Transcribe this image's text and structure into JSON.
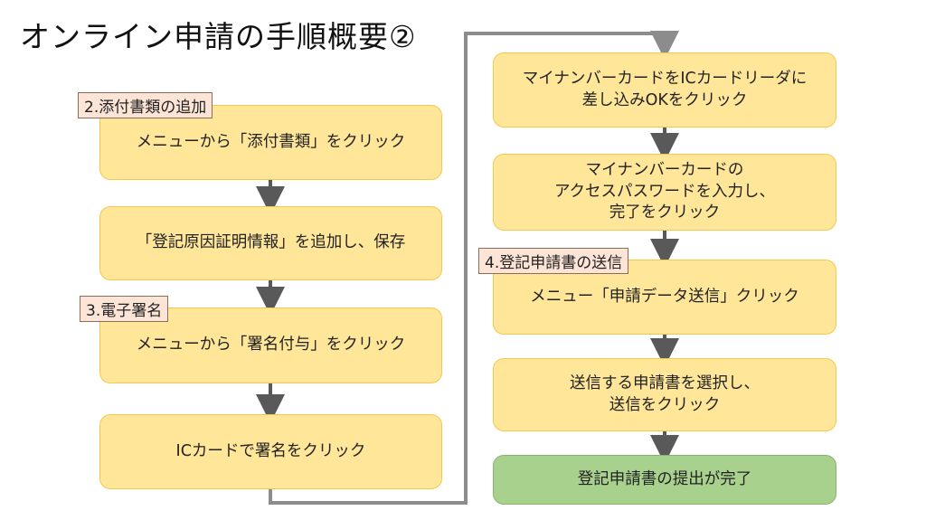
{
  "title": "オンライン申請の手順概要②",
  "sections": {
    "attach": "2.添付書類の追加",
    "sign": "3.電子署名",
    "send": "4.登記申請書の送信"
  },
  "steps": [
    "メニューから「添付書類」をクリック",
    "「登記原因証明情報」を追加し、保存",
    "メニューから「署名付与」をクリック",
    "ICカードで署名をクリック",
    "マイナンバーカードをICカードリーダに\n差し込みOKをクリック",
    "マイナンバーカードの\nアクセスパスワードを入力し、\n完了をクリック",
    "メニュー「申請データ送信」クリック",
    "送信する申請書を選択し、\n送信をクリック",
    "登記申請書の提出が完了"
  ],
  "colors": {
    "step_fill": "#ffe699",
    "done_fill": "#a9d18e",
    "label_fill": "#fce4d6",
    "connector": "#595959"
  }
}
